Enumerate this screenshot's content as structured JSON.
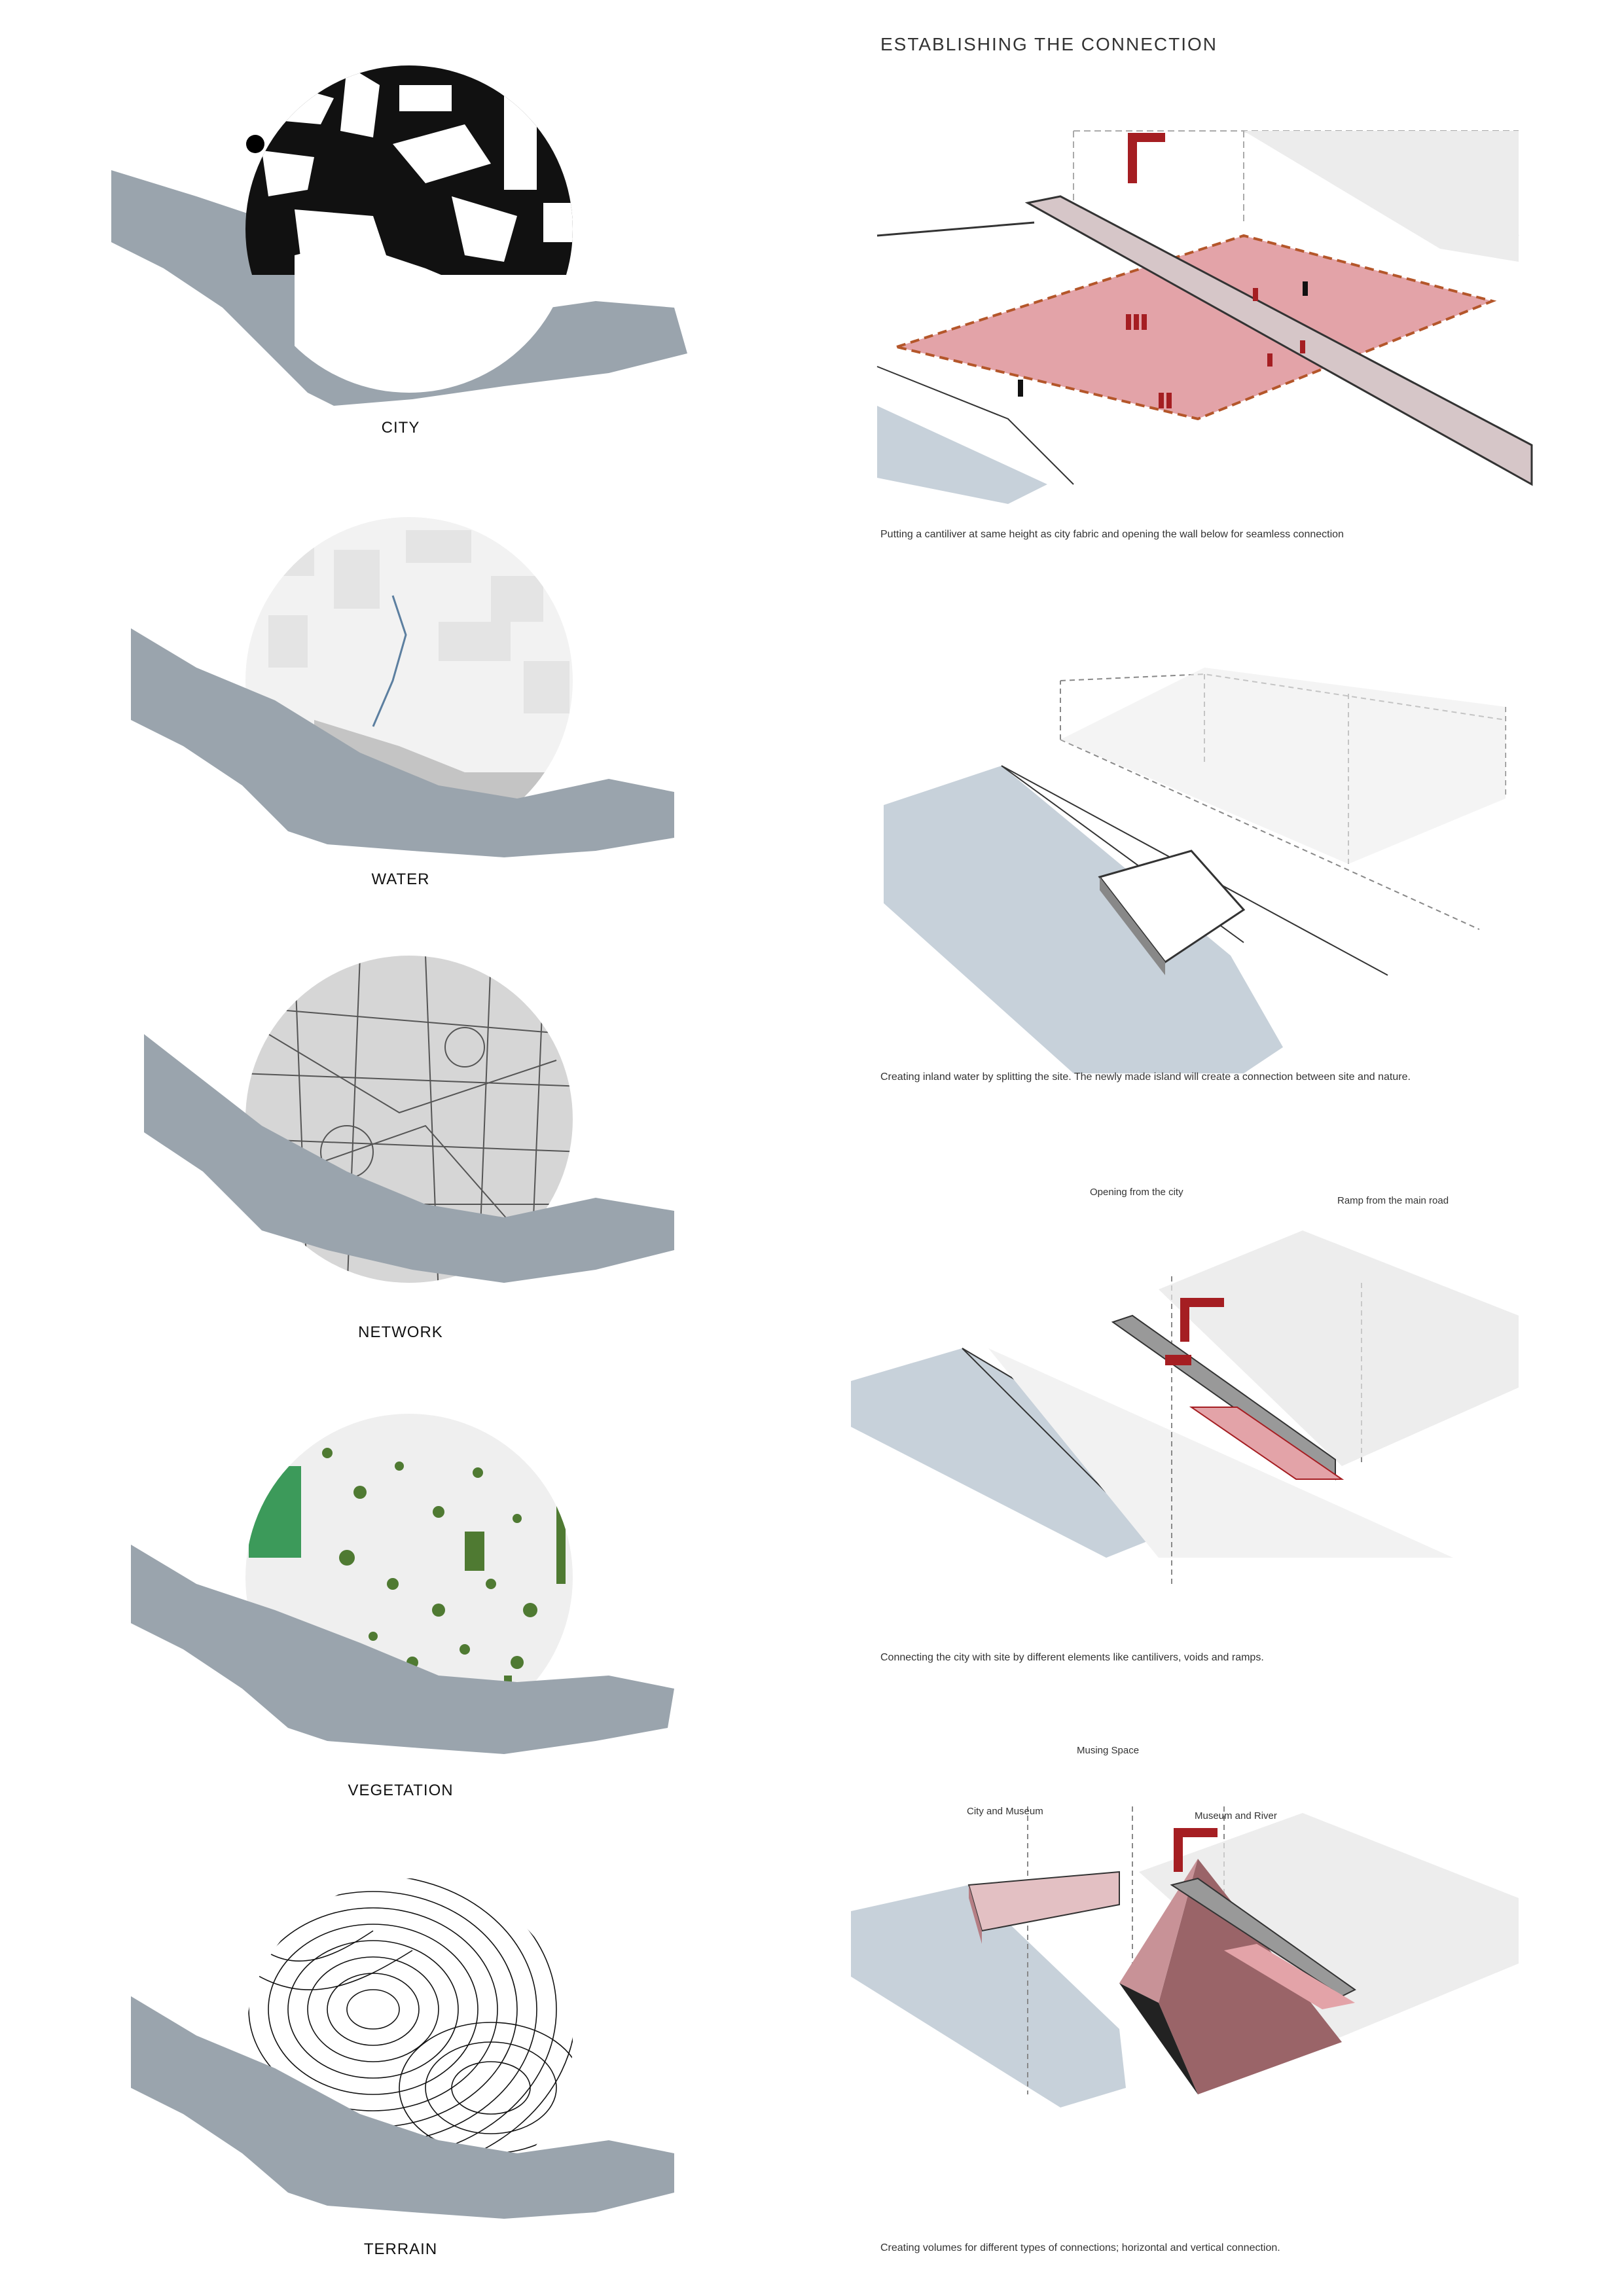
{
  "maps": [
    {
      "label": "CITY"
    },
    {
      "label": "WATER"
    },
    {
      "label": "NETWORK"
    },
    {
      "label": "VEGETATION"
    },
    {
      "label": "TERRAIN"
    }
  ],
  "header": {
    "title": "ESTABLISHING THE CONNECTION"
  },
  "diagrams": [
    {
      "caption": "Putting a cantiliver at same height as city fabric and opening the wall below for seamless connection"
    },
    {
      "caption": "Creating inland water by splitting the site. The newly made island will create a connection between site and nature."
    },
    {
      "caption": "Connecting the city with site by different elements like cantilivers, voids and ramps.",
      "annotations": [
        "Opening from the city",
        "Ramp from the main road"
      ]
    },
    {
      "caption": "Creating volumes for different types of connections; horizontal and vertical connection.",
      "annotations": [
        "Musing Space",
        "City and Museum",
        "Museum and River"
      ]
    }
  ],
  "colors": {
    "river": "#9aa4ad",
    "plaza": "#e3a3a8",
    "accent_red": "#a51e22",
    "dashed_orange": "#b4562a",
    "water_blue": "#c7d1da",
    "volume_mauve": "#b57e84",
    "vegetation_green": "#4f7a32"
  }
}
